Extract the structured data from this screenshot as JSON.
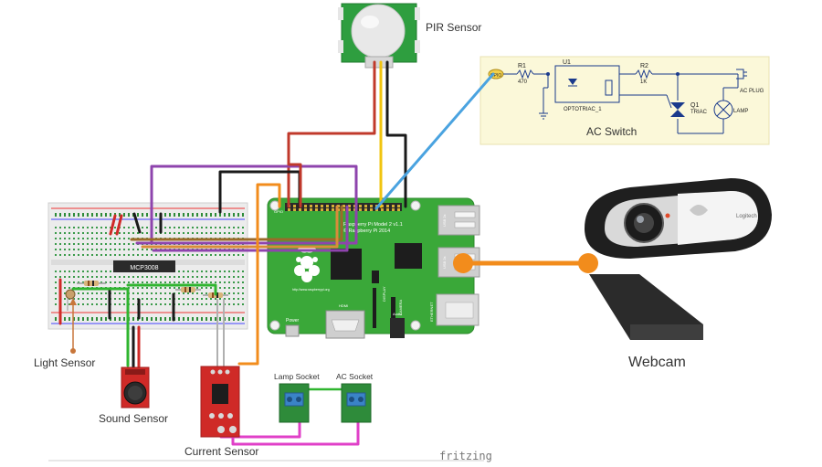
{
  "labels": {
    "pir_sensor": "PIR Sensor",
    "ac_switch": "AC Switch",
    "webcam": "Webcam",
    "light_sensor": "Light Sensor",
    "sound_sensor": "Sound Sensor",
    "current_sensor": "Current Sensor",
    "lamp_socket": "Lamp Socket",
    "ac_socket": "AC Socket",
    "fritzing": "fritzing"
  },
  "chip": {
    "name": "MCP3008"
  },
  "rpi": {
    "model_line1": "Raspberry Pi Model 2 v1.1",
    "model_line2": "© Raspberry Pi 2014",
    "gpio": "GPIO",
    "usb1": "USB 2x",
    "usb2": "USB 2x",
    "ethernet": "ETHERNET",
    "hdmi": "HDMI",
    "power": "Power",
    "audio": "Audio",
    "camera": "CAMERA",
    "display": "DISPLAY",
    "url": "http://www.raspberrypi.org"
  },
  "schematic": {
    "r1": "R1",
    "r1_val": "470",
    "u1": "U1",
    "u1_part": "OPTOTRIAC_1",
    "r2": "R2",
    "r2_val": "1K",
    "q1": "Q1",
    "q1_part": "TRIAC",
    "lamp": "LAMP",
    "ac_plug": "AC PLUG",
    "input": "GPIO"
  },
  "webcam_brand": "Logitech",
  "colors": {
    "pcb_green": "#3aa839",
    "sensor_red": "#cf2a27",
    "socket_green": "#2e8b3a",
    "schematic_bg": "#fbf8d9",
    "wire_orange": "#f28c1c",
    "wire_blue": "#4aa3e0",
    "wire_purple": "#8e44ad",
    "wire_magenta": "#e040c8",
    "wire_green": "#2fb52f"
  }
}
